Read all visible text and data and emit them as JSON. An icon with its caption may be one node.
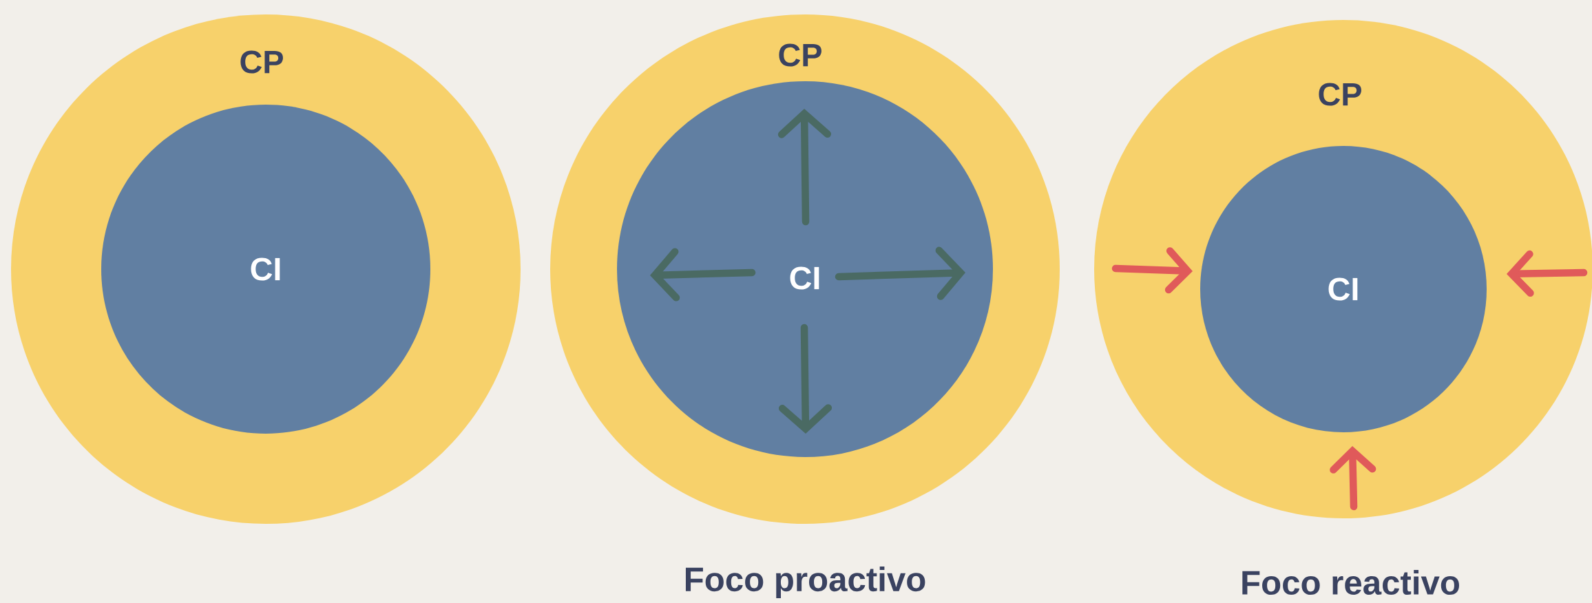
{
  "diagram": {
    "nodes": [
      {
        "text": [
          "CP"
        ]
      },
      {
        "text": [
          "CI"
        ],
        "in": 0
      },
      {
        "text": [
          "CP"
        ],
        "beside": [
          "Foco proactivo"
        ]
      },
      {
        "text": [
          "CI"
        ],
        "in": 2
      },
      {
        "text": [
          "CP"
        ],
        "beside": [
          "Foco reactivo"
        ]
      },
      {
        "text": [
          "CI"
        ],
        "in": 4
      }
    ]
  }
}
